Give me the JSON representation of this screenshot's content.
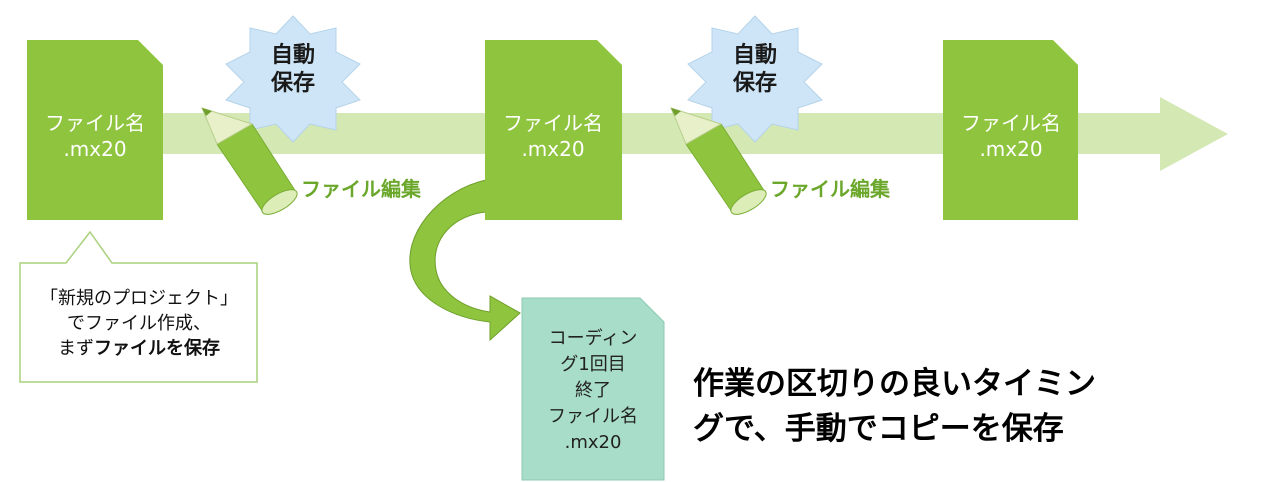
{
  "colors": {
    "arrow_band": "#d4e8b4",
    "file_fill": "#8fc43e",
    "badge_fill": "#cde5f6",
    "pencil_body": "#8fc43e",
    "pencil_tip": "#e7f0c8",
    "edit_text": "#6aa72a",
    "copy_fill": "#a8ddc9",
    "callout_border": "#a9d07b"
  },
  "files": [
    {
      "name": "ファイル名",
      "ext": ".mx20"
    },
    {
      "name": "ファイル名",
      "ext": ".mx20"
    },
    {
      "name": "ファイル名",
      "ext": ".mx20"
    }
  ],
  "autosave_badges": [
    {
      "line1": "自動",
      "line2": "保存",
      "icon": "starburst-icon"
    },
    {
      "line1": "自動",
      "line2": "保存",
      "icon": "starburst-icon"
    }
  ],
  "edit_steps": [
    {
      "label": "ファイル編集",
      "icon": "pencil-icon"
    },
    {
      "label": "ファイル編集",
      "icon": "pencil-icon"
    }
  ],
  "callout": {
    "line1": "「新規のプロジェクト」",
    "line2": "でファイル作成、",
    "line3_prefix": "まず",
    "line3_bold": "ファイルを保存"
  },
  "copy_file": {
    "line1": "コーディン",
    "line2": "グ1回目",
    "line3": "終了",
    "line4": "ファイル名",
    "line5": ".mx20"
  },
  "manual_note": {
    "line1": "作業の区切りの良いタイミン",
    "line2": "グで、手動でコピーを保存"
  }
}
